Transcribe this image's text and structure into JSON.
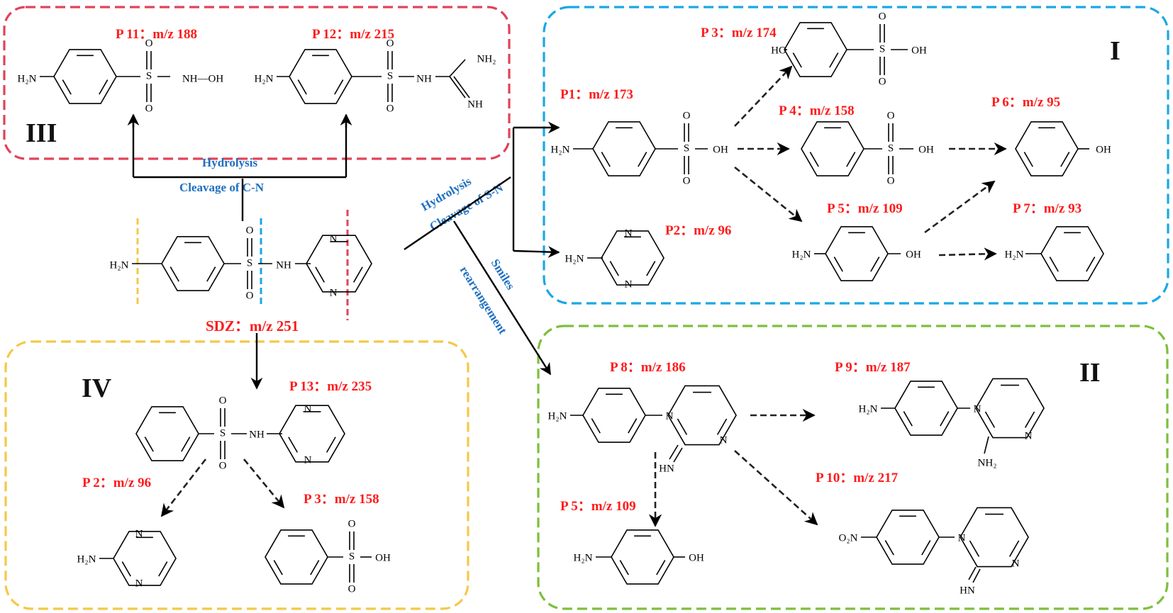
{
  "colors": {
    "group_I": "#1aa7e6",
    "group_II": "#7dbf3c",
    "group_III": "#e0435a",
    "group_IV": "#f5c84a",
    "label_red": "#ff1a1a",
    "reaction_blue": "#1e6fc0"
  },
  "groups": {
    "I": "I",
    "II": "II",
    "III": "III",
    "IV": "IV"
  },
  "reactions": {
    "hydrolysis_cn_1": "Hydrolysis",
    "hydrolysis_cn_2": "Cleavage of C-N",
    "hydrolysis_sn_1": "Hydrolysis",
    "hydrolysis_sn_2": "Cleavage of S-N",
    "smiles_1": "Smiles",
    "smiles_2": "rearrangement"
  },
  "labels": {
    "sdz": "SDZ：m/z 251",
    "p1": "P1：m/z 173",
    "p2": "P2：m/z 96",
    "p3": "P 3：m/z 174",
    "p4": "P 4：m/z 158",
    "p5": "P 5：m/z 109",
    "p6": "P 6：m/z 95",
    "p7": "P 7：m/z 93",
    "p8": "P 8：m/z 186",
    "p9": "P 9：m/z 187",
    "p10": "P 10：m/z 217",
    "p5b": "P 5：m/z 109",
    "p11": "P 11：m/z 188",
    "p12": "P 12：m/z 215",
    "p13": "P 13：m/z 235",
    "p2b": "P 2：m/z 96",
    "p3b": "P 3：m/z 158"
  },
  "atoms": {
    "h2n": "H₂N",
    "nh2": "NH₂",
    "o2n": "O₂N",
    "s": "S",
    "o": "O",
    "oh": "OH",
    "ho": "HO",
    "nh": "NH",
    "nh_oh": "NH—OH",
    "n": "N",
    "hn": "HN",
    "nh_short": "NH"
  }
}
